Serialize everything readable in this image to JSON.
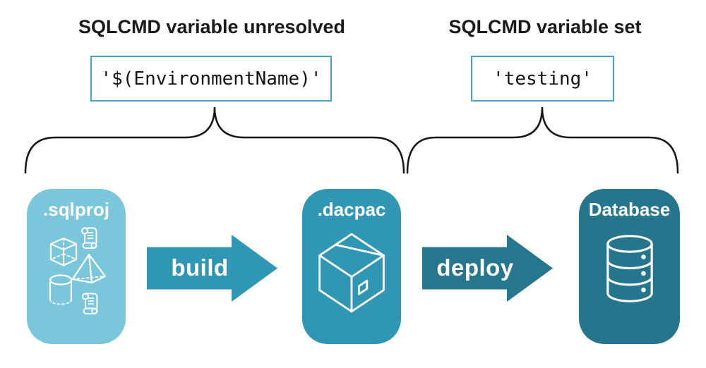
{
  "annotations": {
    "unresolved": {
      "title": "SQLCMD variable unresolved",
      "code": "'$(EnvironmentName)'"
    },
    "resolved": {
      "title": "SQLCMD variable set",
      "code": "'testing'"
    }
  },
  "pipeline": {
    "nodes": [
      {
        "id": "sqlproj",
        "label": ".sqlproj",
        "color": "#7ac6da",
        "icons": [
          "scroll-icon",
          "cube-icon",
          "pyramid-icon",
          "cylinder-icon",
          "scroll-icon"
        ]
      },
      {
        "id": "dacpac",
        "label": ".dacpac",
        "color": "#2f96b4",
        "icons": [
          "package-box-icon"
        ]
      },
      {
        "id": "database",
        "label": "Database",
        "color": "#25758c",
        "icons": [
          "database-cylinder-icon"
        ]
      }
    ],
    "arrows": [
      {
        "id": "build",
        "label": "build",
        "color": "#2f96b4"
      },
      {
        "id": "deploy",
        "label": "deploy",
        "color": "#26768d"
      }
    ]
  },
  "colors": {
    "heading_text": "#1a1a1a",
    "code_text": "#141414",
    "code_box_border": "#44a3c1",
    "code_box_background": "#ffffff",
    "brace_stroke": "#161616",
    "icon_stroke": "#ffffff",
    "background": "#ffffff"
  }
}
